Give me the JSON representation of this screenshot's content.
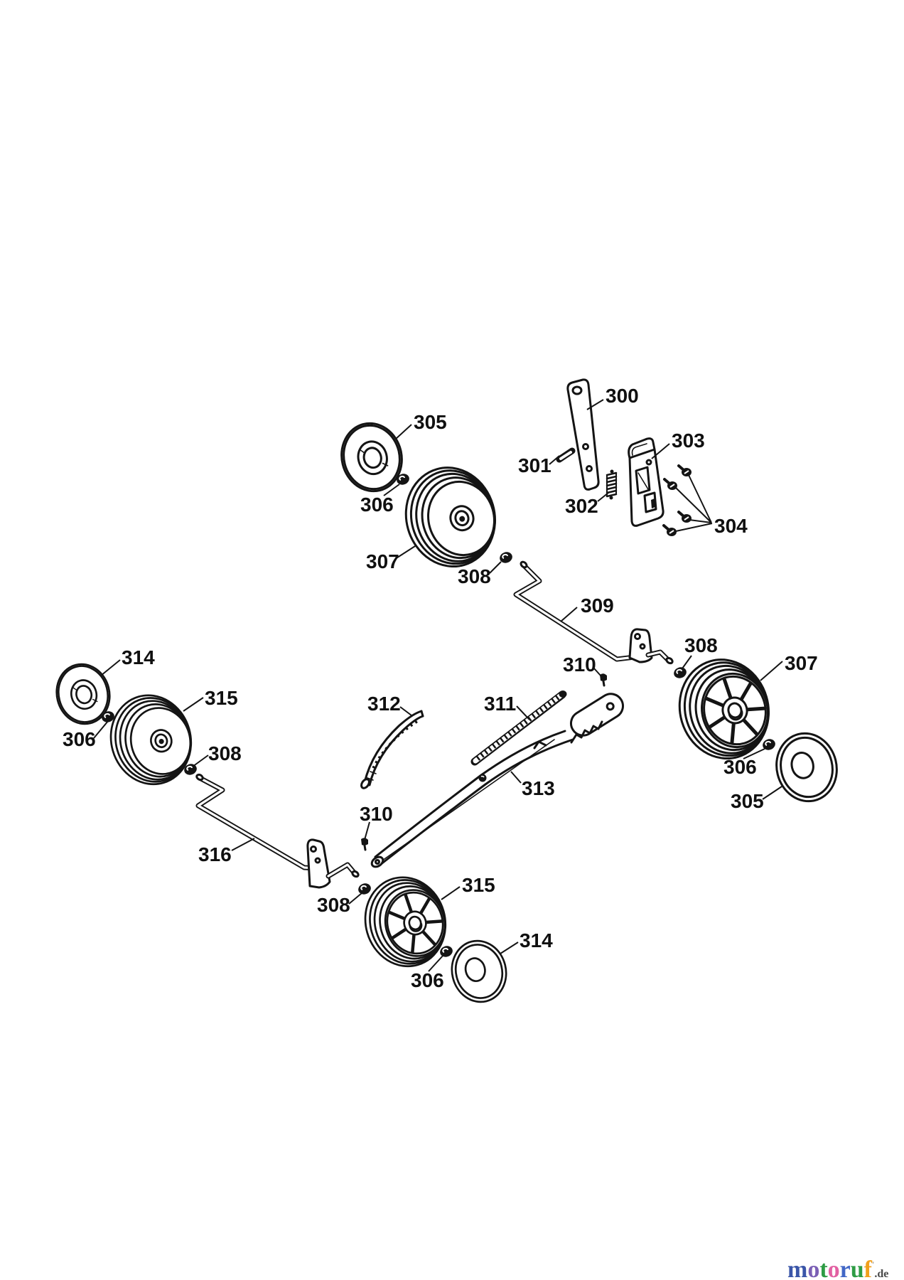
{
  "callouts": {
    "c300": "300",
    "c301": "301",
    "c302": "302",
    "c303": "303",
    "c304": "304",
    "c305_top": "305",
    "c305_right": "305",
    "c306_top": "306",
    "c306_right": "306",
    "c306_left": "306",
    "c306_bottom": "306",
    "c307_top": "307",
    "c307_right": "307",
    "c308_top": "308",
    "c308_right": "308",
    "c308_left": "308",
    "c308_bottom": "308",
    "c309": "309",
    "c310_right": "310",
    "c310_bottom": "310",
    "c311": "311",
    "c312": "312",
    "c313": "313",
    "c314_left": "314",
    "c314_bottom": "314",
    "c315_left": "315",
    "c315_bottom": "315",
    "c316": "316"
  },
  "logo": {
    "letters": [
      {
        "ch": "m",
        "color": "#3A55A8"
      },
      {
        "ch": "o",
        "color": "#7B5FB5"
      },
      {
        "ch": "t",
        "color": "#2E9C45"
      },
      {
        "ch": "o",
        "color": "#E260A2"
      },
      {
        "ch": "r",
        "color": "#4167C6"
      },
      {
        "ch": "u",
        "color": "#2E9C45"
      },
      {
        "ch": "f",
        "color": "#F0A01C"
      }
    ],
    "mark": "'",
    "tld": ".de"
  }
}
